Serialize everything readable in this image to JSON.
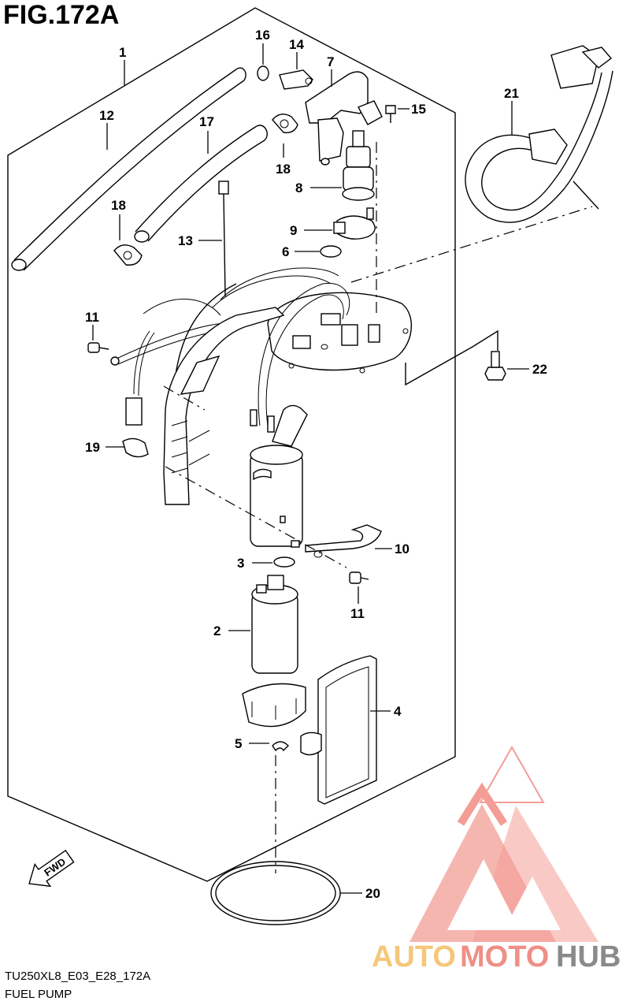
{
  "figure": {
    "title": "FIG.172A",
    "code": "TU250XL8_E03_E28_172A",
    "name": "FUEL PUMP"
  },
  "orientation": {
    "label": "FWD",
    "icon": "fwd-arrow-icon"
  },
  "callouts": [
    {
      "number": "1",
      "part": "hose"
    },
    {
      "number": "12",
      "part": "hose"
    },
    {
      "number": "16",
      "part": "clip"
    },
    {
      "number": "14",
      "part": "joint"
    },
    {
      "number": "7",
      "part": "fuel-outlet-pipe"
    },
    {
      "number": "15",
      "part": "screw"
    },
    {
      "number": "17",
      "part": "hose"
    },
    {
      "number": "18",
      "part": "hose-clamp"
    },
    {
      "number": "18",
      "part": "hose-clamp"
    },
    {
      "number": "8",
      "part": "pressure-regulator"
    },
    {
      "number": "13",
      "part": "cable-tie"
    },
    {
      "number": "9",
      "part": "regulator-holder"
    },
    {
      "number": "6",
      "part": "o-ring"
    },
    {
      "number": "21",
      "part": "fuel-feed-hose"
    },
    {
      "number": "11",
      "part": "screw"
    },
    {
      "number": "22",
      "part": "bolt"
    },
    {
      "number": "19",
      "part": "clamp"
    },
    {
      "number": "10",
      "part": "pump-bracket"
    },
    {
      "number": "3",
      "part": "o-ring"
    },
    {
      "number": "11",
      "part": "screw"
    },
    {
      "number": "2",
      "part": "fuel-pump"
    },
    {
      "number": "4",
      "part": "fuel-filter"
    },
    {
      "number": "5",
      "part": "circlip"
    },
    {
      "number": "20",
      "part": "gasket"
    }
  ],
  "watermark": {
    "part1": "AUTO",
    "part2": "MOTO",
    "part3": "HUB",
    "colors": {
      "auto": "#f5c77a",
      "moto": "#ef8f86",
      "hub": "#8a8a8a",
      "logo": "#f28c84"
    }
  }
}
